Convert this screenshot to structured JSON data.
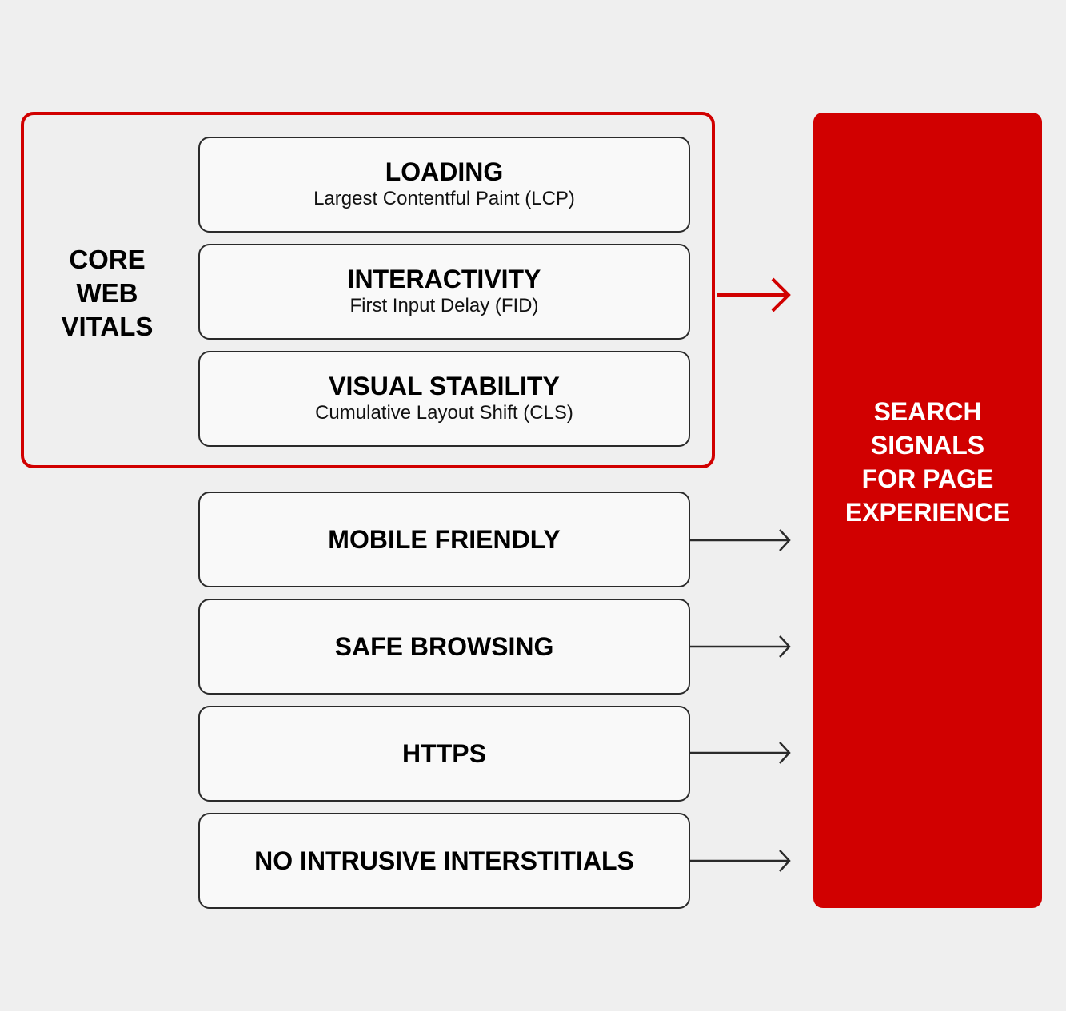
{
  "core_web_vitals": {
    "label": "CORE\nWEB\nVITALS",
    "label_lines": [
      "CORE",
      "WEB",
      "VITALS"
    ],
    "metrics": [
      {
        "title": "LOADING",
        "subtitle": "Largest Contentful Paint (LCP)"
      },
      {
        "title": "INTERACTIVITY",
        "subtitle": "First Input Delay (FID)"
      },
      {
        "title": "VISUAL STABILITY",
        "subtitle": "Cumulative Layout Shift (CLS)"
      }
    ]
  },
  "other_signals": [
    {
      "title": "MOBILE FRIENDLY"
    },
    {
      "title": "SAFE BROWSING"
    },
    {
      "title": "HTTPS"
    },
    {
      "title": "NO INTRUSIVE INTERSTITIALS"
    }
  ],
  "target": {
    "label": "SEARCH\nSIGNALS\nFOR PAGE\nEXPERIENCE"
  },
  "colors": {
    "accent": "#d10000",
    "box_border": "#2a2a2a",
    "box_fill": "#f9f9f9",
    "background": "#efefef"
  }
}
